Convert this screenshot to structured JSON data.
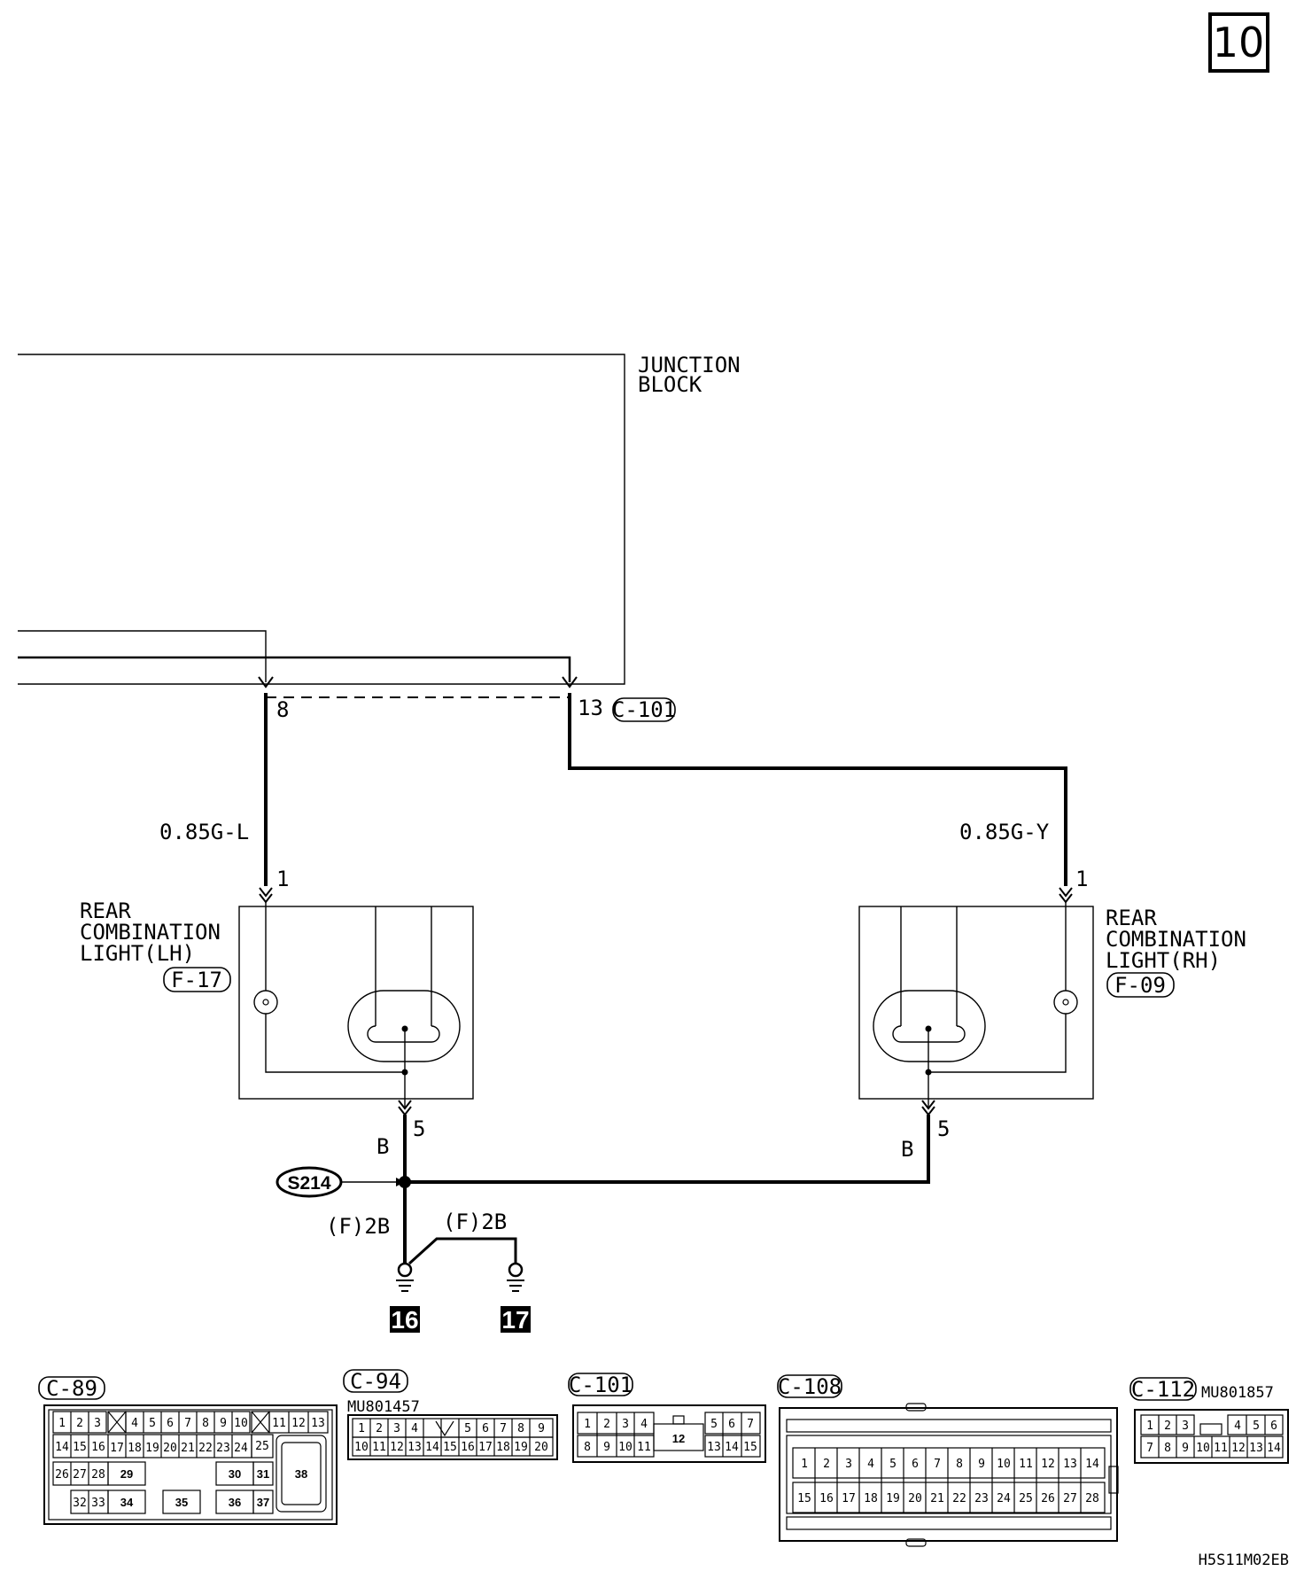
{
  "page_number": "10",
  "junction_block": {
    "line1": "JUNCTION",
    "line2": "BLOCK"
  },
  "connector_c101": {
    "pin_left": "8",
    "pin_right": "13",
    "label": "C-101"
  },
  "left_light": {
    "line1": "REAR",
    "line2": "COMBINATION",
    "line3": "LIGHT(LH)",
    "connector": "F-17",
    "pin_in": "1",
    "pin_out": "5",
    "wire": "0.85G-L",
    "ground_wire": "B"
  },
  "right_light": {
    "line1": "REAR",
    "line2": "COMBINATION",
    "line3": "LIGHT(RH)",
    "connector": "F-09",
    "pin_in": "1",
    "pin_out": "5",
    "wire": "0.85G-Y",
    "ground_wire": "B"
  },
  "splice": "S214",
  "ground_wire_left": "(F)2B",
  "ground_wire_right": "(F)2B",
  "grounds": [
    "16",
    "17"
  ],
  "connectors": {
    "c89": {
      "label": "C-89"
    },
    "c94": {
      "label": "C-94",
      "part": "MU801457"
    },
    "c101": {
      "label": "C-101"
    },
    "c108": {
      "label": "C-108"
    },
    "c112": {
      "label": "C-112",
      "part": "MU801857"
    }
  },
  "footer_code": "H5S11M02EB"
}
